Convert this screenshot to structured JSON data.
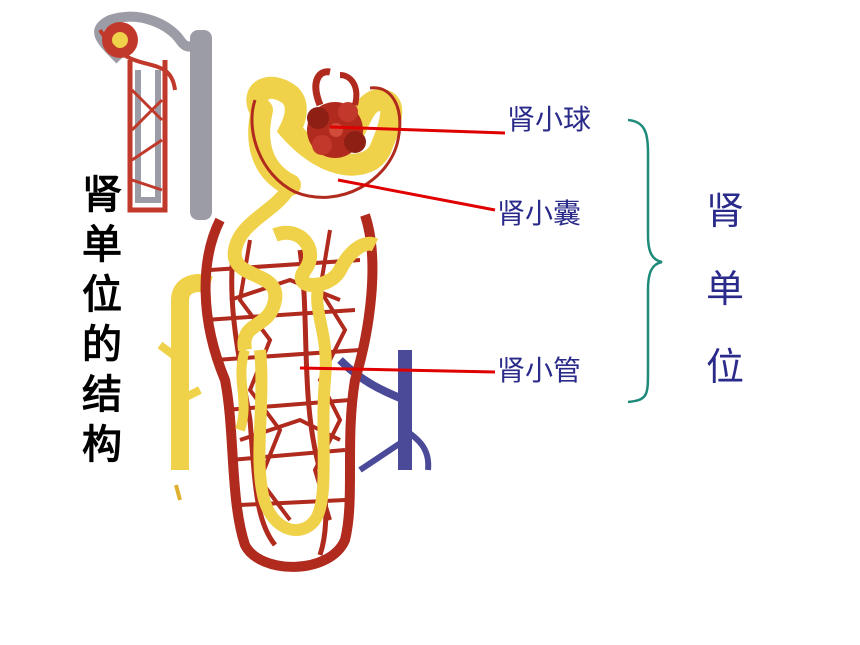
{
  "title_chars": [
    "肾",
    "单",
    "位",
    "的",
    "结",
    "构"
  ],
  "labels": {
    "glomerulus": "肾小球",
    "capsule": "肾小囊",
    "tubule": "肾小管"
  },
  "group_chars": [
    "肾",
    "单",
    "位"
  ],
  "colors": {
    "vessel_red": "#b02a1e",
    "tubule_yellow": "#f0d24a",
    "vein_blue": "#4b4a98",
    "leader_line": "#e00000",
    "brace": "#1e8a7a",
    "label_text": "#2a2a8a"
  }
}
